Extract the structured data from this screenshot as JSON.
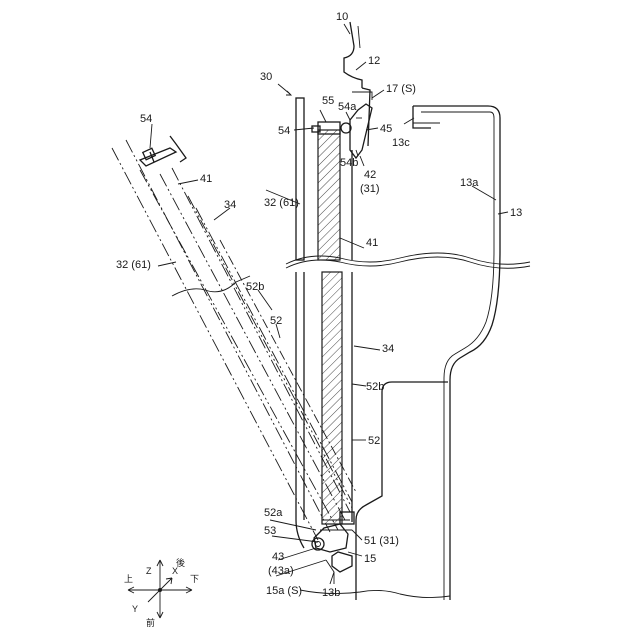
{
  "labels": {
    "l10": "10",
    "l12": "12",
    "l17s": "17 (S)",
    "l30": "30",
    "l55": "55",
    "l54a": "54a",
    "l54_top": "54",
    "l54_right": "54",
    "l45": "45",
    "l13c": "13c",
    "l54b": "54b",
    "l42": "42",
    "l31a": "(31)",
    "l41_left": "41",
    "l41_right": "41",
    "l34_left": "34",
    "l34_right": "34",
    "l32_left": "32 (61)",
    "l32_right": "32 (61)",
    "l13a": "13a",
    "l13": "13",
    "l52b_left": "52b",
    "l52b_right": "52b",
    "l52_left": "52",
    "l52_right": "52",
    "l52a": "52a",
    "l53": "53",
    "l43": "43",
    "l43a": "(43a)",
    "l15a": "15a (S)",
    "l51": "51 (31)",
    "l15": "15",
    "l13b": "13b"
  },
  "axes": {
    "up": "上",
    "down": "下",
    "front": "前",
    "rear": "後",
    "x": "X",
    "y": "Y",
    "z": "Z"
  }
}
